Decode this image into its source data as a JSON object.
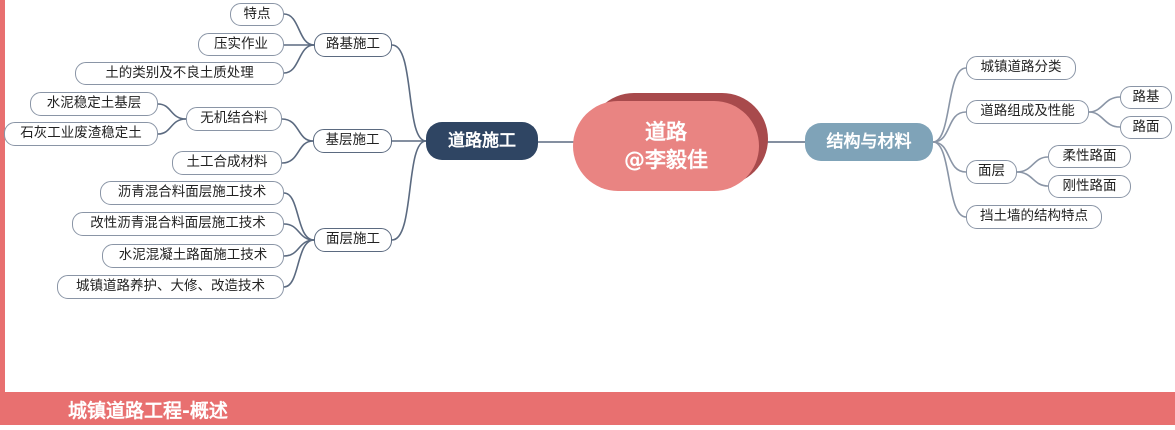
{
  "center": {
    "line1": "道路",
    "line2": "@李毅佳"
  },
  "left_branch": {
    "label": "道路施工",
    "children": [
      {
        "label": "路基施工",
        "children": [
          "特点",
          "压实作业",
          "土的类别及不良土质处理"
        ]
      },
      {
        "label": "基层施工",
        "children": [
          {
            "label": "无机结合料",
            "children": [
              "水泥稳定土基层",
              "石灰工业废渣稳定土"
            ]
          },
          "土工合成材料"
        ]
      },
      {
        "label": "面层施工",
        "children": [
          "沥青混合料面层施工技术",
          "改性沥青混合料面层施工技术",
          "水泥混凝土路面施工技术",
          "城镇道路养护、大修、改造技术"
        ]
      }
    ]
  },
  "right_branch": {
    "label": "结构与材料",
    "children": [
      {
        "label": "城镇道路分类"
      },
      {
        "label": "道路组成及性能",
        "children": [
          "路基",
          "路面"
        ]
      },
      {
        "label": "面层",
        "children": [
          "柔性路面",
          "刚性路面"
        ]
      },
      {
        "label": "挡土墙的结构特点"
      }
    ]
  },
  "footer": {
    "title": "城镇道路工程-概述"
  },
  "colors": {
    "accent": "#e87070",
    "left_branch": "#2f4563",
    "right_branch": "#7fa3b8",
    "center": "#e98482"
  }
}
